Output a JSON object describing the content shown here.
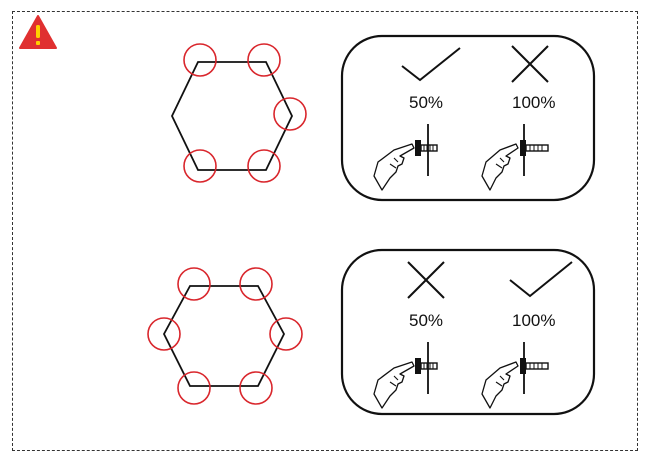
{
  "warning": {
    "icon": "warning-triangle-icon",
    "color": "#e03030"
  },
  "colors": {
    "highlight": "#d9262c",
    "line": "#111111"
  },
  "panels": [
    {
      "hexagon_icon": "hexagon-with-6-screw-points-icon",
      "left": {
        "label": "50%",
        "mark": "check",
        "mark_icon": "check-mark-icon"
      },
      "right": {
        "label": "100%",
        "mark": "cross",
        "mark_icon": "cross-mark-icon"
      }
    },
    {
      "hexagon_icon": "hexagon-with-6-screw-points-icon",
      "left": {
        "label": "50%",
        "mark": "cross",
        "mark_icon": "cross-mark-icon"
      },
      "right": {
        "label": "100%",
        "mark": "check",
        "mark_icon": "check-mark-icon"
      }
    }
  ]
}
